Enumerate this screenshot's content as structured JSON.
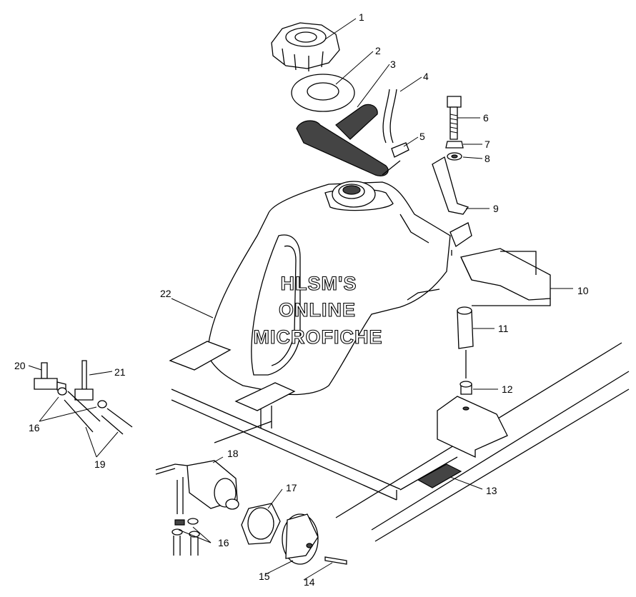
{
  "diagram": {
    "callouts": [
      "1",
      "2",
      "3",
      "4",
      "5",
      "6",
      "7",
      "8",
      "9",
      "10",
      "11",
      "12",
      "13",
      "14",
      "15",
      "16",
      "16",
      "17",
      "18",
      "19",
      "20",
      "21",
      "22"
    ],
    "watermark": [
      "HLSM'S",
      "ONLINE",
      "MICROFICHE"
    ]
  }
}
